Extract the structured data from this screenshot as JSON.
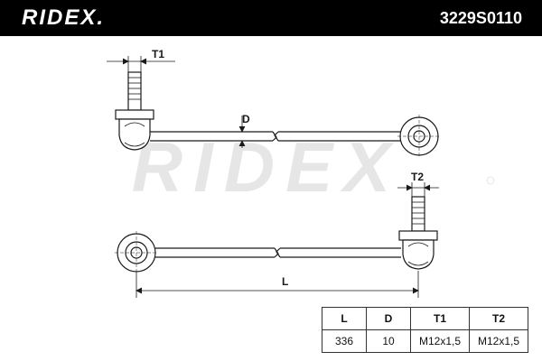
{
  "header": {
    "logo": "RIDEX.",
    "part_number": "3229S0110"
  },
  "dimensions": {
    "t1": "T1",
    "t2": "T2",
    "d": "D",
    "l": "L"
  },
  "watermark": "RIDEX",
  "specs": {
    "headers": [
      "L",
      "D",
      "T1",
      "T2"
    ],
    "values": [
      "336",
      "10",
      "M12x1,5",
      "M12x1,5"
    ]
  },
  "colors": {
    "ink": "#1a1a1a",
    "header_bg": "#000000",
    "watermark": "#e6e6e6"
  }
}
